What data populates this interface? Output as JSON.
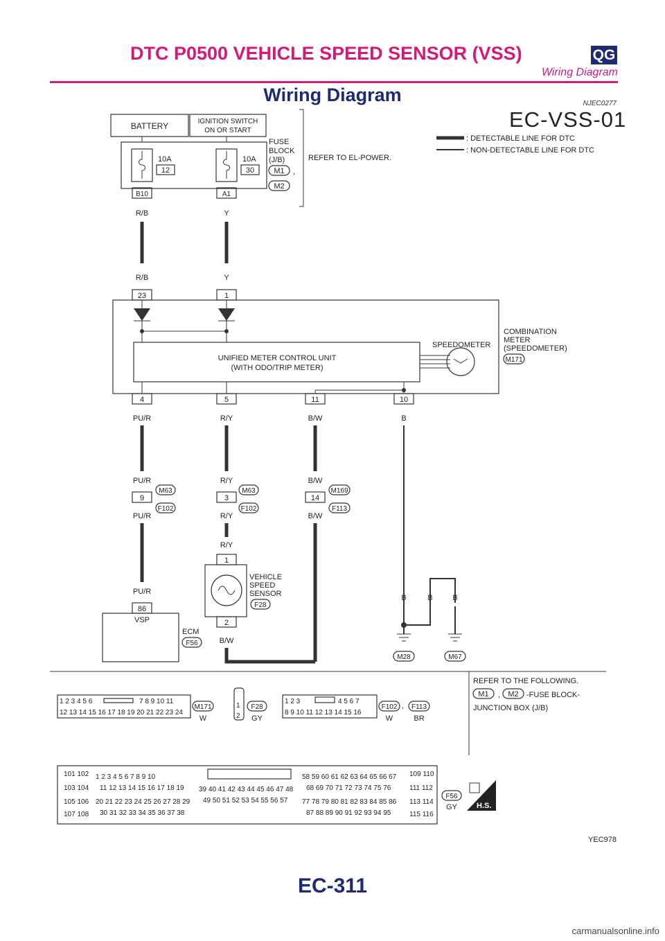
{
  "header": {
    "title": "DTC P0500 VEHICLE SPEED SENSOR (VSS)",
    "badge": "QG",
    "subtitle": "Wiring Diagram"
  },
  "section": {
    "title": "Wiring Diagram",
    "code": "NJEC0277"
  },
  "diagram": {
    "id": "EC-VSS-01",
    "legend": [
      ": DETECTABLE LINE FOR DTC",
      ": NON-DETECTABLE LINE FOR DTC"
    ],
    "battery": "BATTERY",
    "ignition": [
      "IGNITION SWITCH",
      "ON OR START"
    ],
    "fuse_block": [
      "FUSE",
      "BLOCK",
      "(J/B)"
    ],
    "fuse_connectors": [
      "M1",
      "M2"
    ],
    "refer_power": "REFER TO EL-POWER.",
    "fuses": [
      {
        "rating": "10A",
        "number": "12",
        "terminal": "B10",
        "wire": "R/B"
      },
      {
        "rating": "10A",
        "number": "30",
        "terminal": "A1",
        "wire": "Y"
      }
    ],
    "meter_inputs": [
      {
        "wire": "R/B",
        "pin": "23"
      },
      {
        "wire": "Y",
        "pin": "1"
      }
    ],
    "combination_meter": [
      "COMBINATION",
      "METER",
      "(SPEEDOMETER)"
    ],
    "meter_connector": "M171",
    "speedometer": "SPEEDOMETER",
    "control_unit": [
      "UNIFIED METER CONTROL UNIT",
      "(WITH ODO/TRIP METER)"
    ],
    "meter_outputs": [
      {
        "pin": "4",
        "wire": "PU/R"
      },
      {
        "pin": "5",
        "wire": "R/Y"
      },
      {
        "pin": "11",
        "wire": "B/W"
      },
      {
        "pin": "10",
        "wire": "B"
      }
    ],
    "junctions": [
      {
        "wire_in": "PU/R",
        "pin": "9",
        "wire_out": "PU/R",
        "conn_a": "M63",
        "conn_b": "F102"
      },
      {
        "wire_in": "R/Y",
        "pin": "3",
        "wire_out": "R/Y",
        "conn_a": "M63",
        "conn_b": "F102"
      },
      {
        "wire_in": "B/W",
        "pin": "14",
        "wire_out": "B/W",
        "conn_a": "M169",
        "conn_b": "F113"
      }
    ],
    "vss": {
      "wire_in": "R/Y",
      "pin_top": "1",
      "pin_bottom": "2",
      "wire_out": "B/W",
      "label": [
        "VEHICLE",
        "SPEED",
        "SENSOR"
      ],
      "connector": "F28"
    },
    "ecm": {
      "wire": "PU/R",
      "pin": "86",
      "pin_label": "VSP",
      "label": "ECM",
      "connector": "F56"
    },
    "grounds": [
      {
        "wires": [
          "B"
        ],
        "connector": "M28"
      },
      {
        "wires": [
          "B",
          "B"
        ],
        "connector": "M67"
      }
    ],
    "refer_following": {
      "line1": "REFER TO THE FOLLOWING.",
      "conn_a": "M1",
      "conn_b": "M2",
      "suffix": "-FUSE BLOCK-",
      "line3": "JUNCTION BOX (J/B)"
    },
    "connector_views": [
      {
        "id": "M171",
        "color": "W"
      },
      {
        "id": "F28",
        "color": "GY"
      },
      {
        "id": "F102",
        "color": "W"
      },
      {
        "id": "F113",
        "color": "BR"
      },
      {
        "id": "F56",
        "color": "GY"
      }
    ],
    "hs_badge": "H.S.",
    "image_code": "YEC978"
  },
  "footer": {
    "page": "EC-311",
    "watermark": "carmanualsonline.info"
  }
}
